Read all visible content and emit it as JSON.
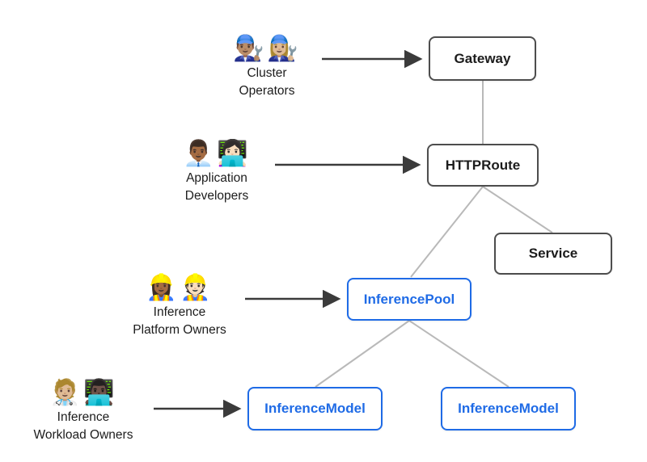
{
  "personas": [
    {
      "id": "cluster-operators",
      "emojis": "👨🏽‍🔧👩🏼‍🔧",
      "label_line1": "Cluster",
      "label_line2": "Operators"
    },
    {
      "id": "application-developers",
      "emojis": "👨🏾‍💼👩🏻‍💻",
      "label_line1": "Application",
      "label_line2": "Developers"
    },
    {
      "id": "inference-platform-owners",
      "emojis": "👷🏾‍♀️👷🏻",
      "label_line1": "Inference",
      "label_line2": "Platform Owners"
    },
    {
      "id": "inference-workload-owners",
      "emojis": "🧑🏼‍⚕️👨🏿‍💻",
      "label_line1": "Inference",
      "label_line2": "Workload Owners"
    }
  ],
  "nodes": [
    {
      "id": "gateway",
      "label": "Gateway",
      "style": "dark"
    },
    {
      "id": "httproute",
      "label": "HTTPRoute",
      "style": "dark"
    },
    {
      "id": "service",
      "label": "Service",
      "style": "dark"
    },
    {
      "id": "inferencepool",
      "label": "InferencePool",
      "style": "blue"
    },
    {
      "id": "inferencemodel-left",
      "label": "InferenceModel",
      "style": "blue"
    },
    {
      "id": "inferencemodel-right",
      "label": "InferenceModel",
      "style": "blue"
    }
  ],
  "edges": [
    {
      "from": "gateway",
      "to": "httproute"
    },
    {
      "from": "httproute",
      "to": "inferencepool"
    },
    {
      "from": "httproute",
      "to": "service"
    },
    {
      "from": "inferencepool",
      "to": "inferencemodel-left"
    },
    {
      "from": "inferencepool",
      "to": "inferencemodel-right"
    }
  ],
  "colors": {
    "node_border_dark": "#4d4d4d",
    "node_text_dark": "#1c1c1c",
    "accent_blue": "#1f6be6",
    "connector_gray": "#b9b9b9",
    "arrow_dark": "#3b3b3b",
    "background": "#ffffff"
  }
}
